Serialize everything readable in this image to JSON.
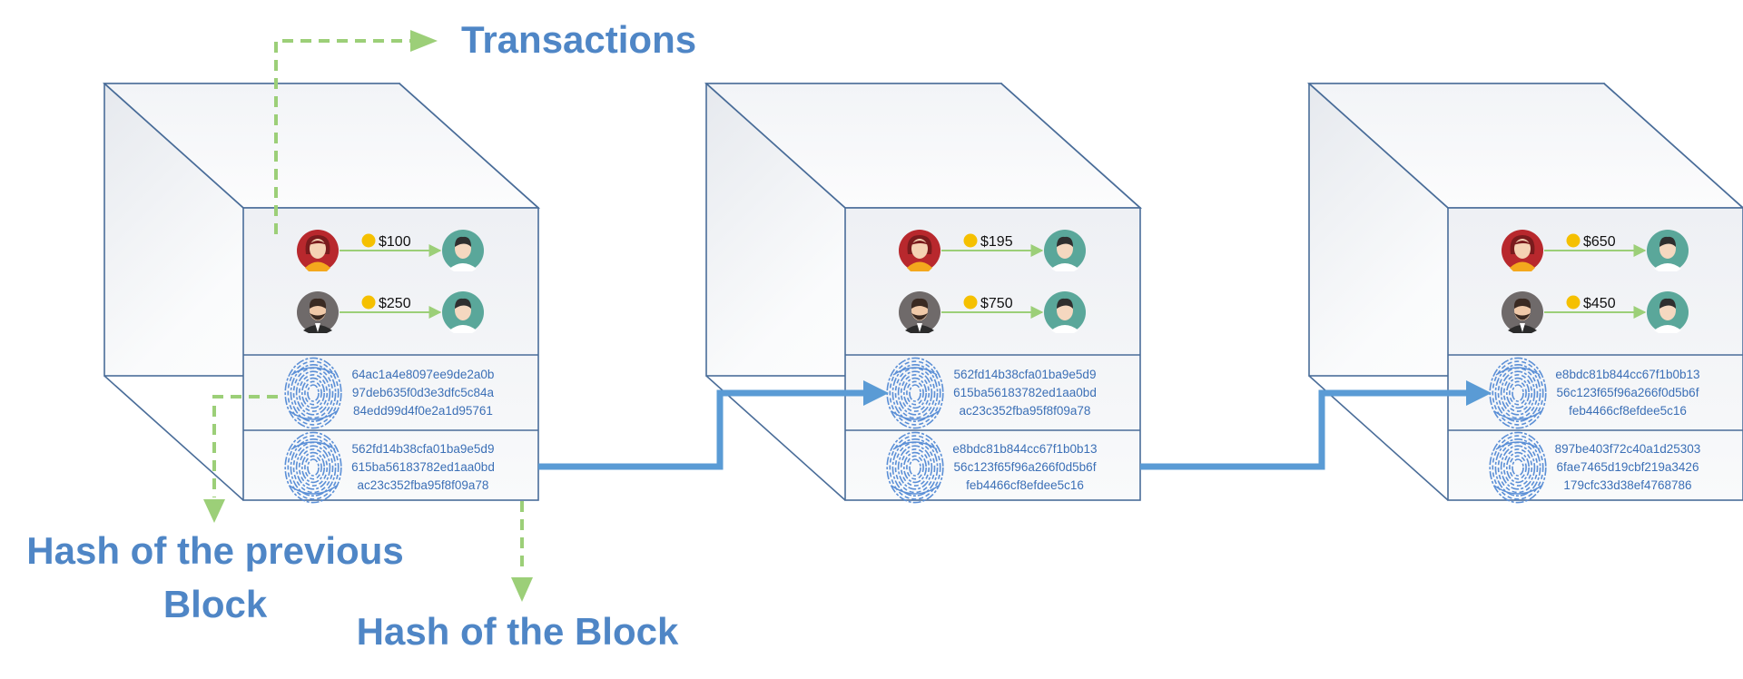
{
  "labels": {
    "transactions": "Transactions",
    "prev_hash_line1": "Hash of the previous",
    "prev_hash_line2": "Block",
    "block_hash": "Hash of the Block"
  },
  "colors": {
    "label_blue": "#4f86c6",
    "hash_text": "#3b6fb6",
    "green_dashed": "#9ccf78",
    "chain_arrow": "#5a9bd5",
    "box_stroke": "#4a6d99",
    "coin": "#f5c000",
    "tx_arrow": "#9ccf78"
  },
  "blocks": [
    {
      "transactions": [
        {
          "amount": "$100",
          "from": "woman-avatar-icon",
          "to": "man-avatar-icon"
        },
        {
          "amount": "$250",
          "from": "bearded-man-avatar-icon",
          "to": "man-avatar-icon"
        }
      ],
      "prev_hash": [
        "64ac1a4e8097ee9de2a0b",
        "97deb635f0d3e3dfc5c84a",
        "84edd99d4f0e2a1d95761"
      ],
      "block_hash": [
        "562fd14b38cfa01ba9e5d9",
        "615ba56183782ed1aa0bd",
        "ac23c352fba95f8f09a78"
      ]
    },
    {
      "transactions": [
        {
          "amount": "$195",
          "from": "woman-avatar-icon",
          "to": "man-avatar-icon"
        },
        {
          "amount": "$750",
          "from": "bearded-man-avatar-icon",
          "to": "man-avatar-icon"
        }
      ],
      "prev_hash": [
        "562fd14b38cfa01ba9e5d9",
        "615ba56183782ed1aa0bd",
        "ac23c352fba95f8f09a78"
      ],
      "block_hash": [
        "e8bdc81b844cc67f1b0b13",
        "56c123f65f96a266f0d5b6f",
        "feb4466cf8efdee5c16"
      ]
    },
    {
      "transactions": [
        {
          "amount": "$650",
          "from": "woman-avatar-icon",
          "to": "man-avatar-icon"
        },
        {
          "amount": "$450",
          "from": "bearded-man-avatar-icon",
          "to": "man-avatar-icon"
        }
      ],
      "prev_hash": [
        "e8bdc81b844cc67f1b0b13",
        "56c123f65f96a266f0d5b6f",
        "feb4466cf8efdee5c16"
      ],
      "block_hash": [
        "897be403f72c40a1d25303",
        "6fae7465d19cbf219a3426",
        "179cfc33d38ef4768786"
      ]
    }
  ]
}
